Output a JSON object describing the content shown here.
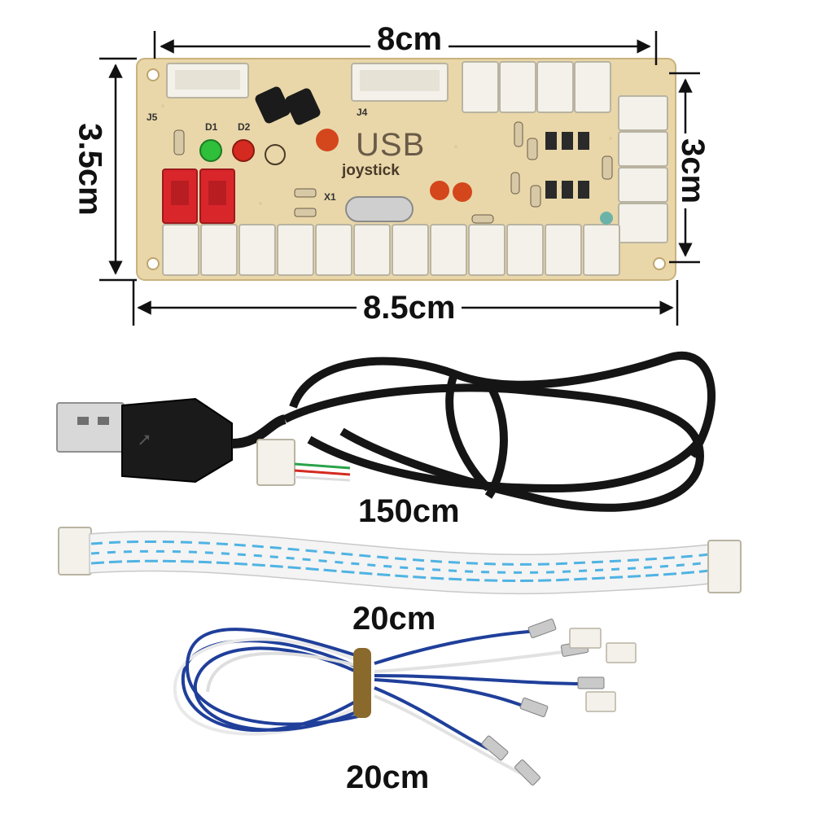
{
  "product": {
    "board_silkscreen": {
      "usb": "USB",
      "joystick": "joystick",
      "j5": "J5",
      "j4": "J4",
      "d1": "D1",
      "d2": "D2",
      "x1": "X1"
    },
    "dimensions": {
      "top_width": "8cm",
      "bottom_width": "8.5cm",
      "left_height": "3.5cm",
      "right_height": "3cm"
    },
    "cables": {
      "usb_cable_length": "150cm",
      "ribbon_cable_length": "20cm",
      "button_wires_length": "20cm"
    }
  },
  "colors": {
    "pcb": "#e8d6a8",
    "connector_white": "#f3f1ea",
    "connector_red": "#d9262b",
    "led_green": "#2fbf3a",
    "led_red": "#d42a1f",
    "cable_black": "#151515",
    "wire_blue": "#1f3f9a",
    "wire_white": "#f2f2f2",
    "ribbon_stripe": "#4fb3e3"
  }
}
